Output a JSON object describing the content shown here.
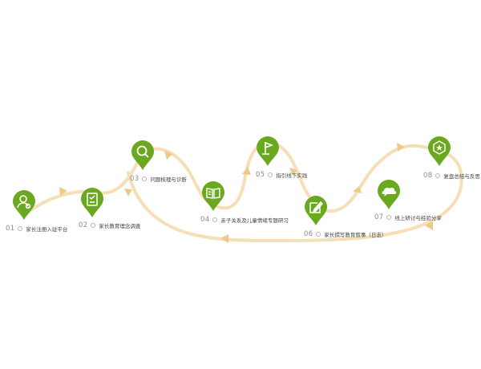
{
  "steps": [
    {
      "num": "01",
      "label": "家长注册入驻平台",
      "icon": "user-check-icon"
    },
    {
      "num": "02",
      "label": "家长教育理念调查",
      "icon": "clipboard-check-icon"
    },
    {
      "num": "03",
      "label": "问题梳理与诊断",
      "icon": "magnifier-icon"
    },
    {
      "num": "04",
      "label": "亲子关系及儿童情绪专题研习",
      "icon": "open-book-icon"
    },
    {
      "num": "05",
      "label": "指引线下实践",
      "icon": "flag-icon"
    },
    {
      "num": "06",
      "label": "家长撰写教育叙事（日志）",
      "icon": "pencil-note-icon"
    },
    {
      "num": "07",
      "label": "线上研讨与经验分享",
      "icon": "chat-cloud-icon"
    },
    {
      "num": "08",
      "label": "复盘总结与反思",
      "icon": "star-badge-icon"
    }
  ],
  "colors": {
    "pin": "#6aa820",
    "path": "#f5dfb6",
    "arrow": "#efc98a"
  }
}
